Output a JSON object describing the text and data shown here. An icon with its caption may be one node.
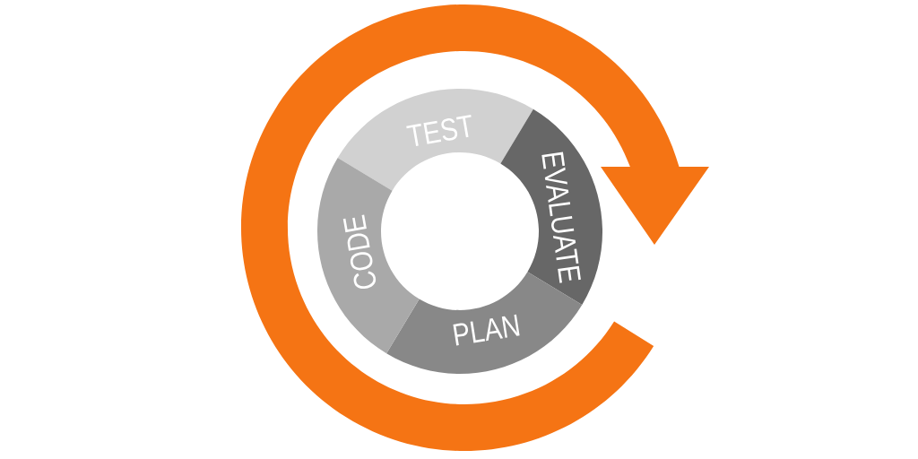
{
  "diagram": {
    "nodes": [
      {
        "text": [
          "TEST"
        ]
      },
      {
        "text": [
          "EVALUATE"
        ]
      },
      {
        "text": [
          "PLAN"
        ]
      },
      {
        "text": [
          "CODE"
        ]
      }
    ]
  }
}
